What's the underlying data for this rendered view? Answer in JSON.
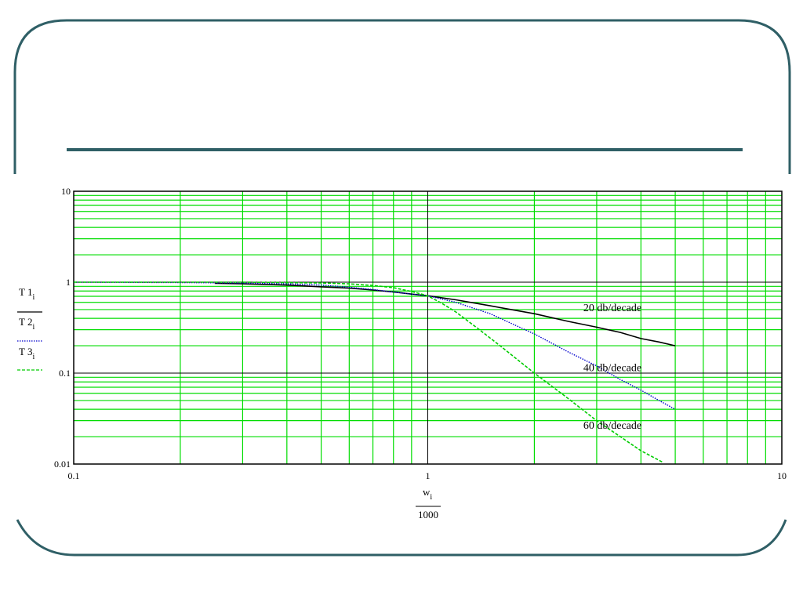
{
  "colors": {
    "frame": "#2f5f66",
    "grid": "#00dd00",
    "major_axis": "#000000",
    "t1": "#000000",
    "t2": "#0000cc",
    "t3": "#00cc00"
  },
  "legend": {
    "t1_base": "T 1",
    "t1_sub": "i",
    "t2_base": "T 2",
    "t2_sub": "i",
    "t3_base": "T 3",
    "t3_sub": "i"
  },
  "xaxis_label": {
    "num_base": "w",
    "num_sub": "i",
    "den": "1000"
  },
  "chart_data": {
    "type": "line",
    "xscale": "log",
    "yscale": "log",
    "xlim": [
      0.1,
      10
    ],
    "ylim": [
      0.01,
      10
    ],
    "grid": true,
    "x_ticks": [
      {
        "value": 0.1,
        "label": "0.1"
      },
      {
        "value": 1,
        "label": "1"
      },
      {
        "value": 10,
        "label": "10"
      }
    ],
    "y_ticks": [
      {
        "value": 10,
        "label": "10"
      },
      {
        "value": 1,
        "label": "1"
      },
      {
        "value": 0.1,
        "label": "0.1"
      },
      {
        "value": 0.01,
        "label": "0.01"
      }
    ],
    "series": [
      {
        "name": "T1",
        "style": "solid",
        "x": [
          0.25,
          0.3,
          0.4,
          0.5,
          0.6,
          0.7,
          0.8,
          0.9,
          1.0,
          1.2,
          1.5,
          2.0,
          2.5,
          3.0,
          3.5,
          4.0,
          4.5,
          5.0
        ],
        "y": [
          0.97,
          0.96,
          0.93,
          0.89,
          0.86,
          0.82,
          0.78,
          0.74,
          0.71,
          0.64,
          0.55,
          0.45,
          0.37,
          0.32,
          0.28,
          0.24,
          0.22,
          0.2
        ]
      },
      {
        "name": "T2",
        "style": "dotted",
        "x": [
          0.1,
          0.2,
          0.3,
          0.4,
          0.5,
          0.6,
          0.7,
          0.8,
          0.9,
          1.0,
          1.2,
          1.5,
          2.0,
          2.5,
          3.0,
          3.5,
          4.0,
          4.5,
          5.0
        ],
        "y": [
          1.0,
          0.99,
          0.98,
          0.96,
          0.93,
          0.88,
          0.83,
          0.78,
          0.74,
          0.71,
          0.6,
          0.45,
          0.27,
          0.17,
          0.12,
          0.085,
          0.065,
          0.05,
          0.04
        ]
      },
      {
        "name": "T3",
        "style": "dashed",
        "x": [
          0.1,
          0.3,
          0.5,
          0.6,
          0.7,
          0.8,
          0.9,
          1.0,
          1.1,
          1.2,
          1.4,
          1.6,
          2.0,
          2.5,
          3.0,
          3.5,
          4.0,
          4.5,
          4.6
        ],
        "y": [
          1.0,
          1.0,
          0.98,
          0.96,
          0.92,
          0.87,
          0.79,
          0.71,
          0.58,
          0.47,
          0.3,
          0.2,
          0.1,
          0.052,
          0.03,
          0.02,
          0.014,
          0.011,
          0.0105
        ]
      }
    ],
    "annotations": [
      {
        "text": "20 db/decade",
        "x": 2.75,
        "y": 0.48
      },
      {
        "text": "40 db/decade",
        "x": 2.75,
        "y": 0.105
      },
      {
        "text": "60 db/decade",
        "x": 2.75,
        "y": 0.0245
      }
    ]
  }
}
